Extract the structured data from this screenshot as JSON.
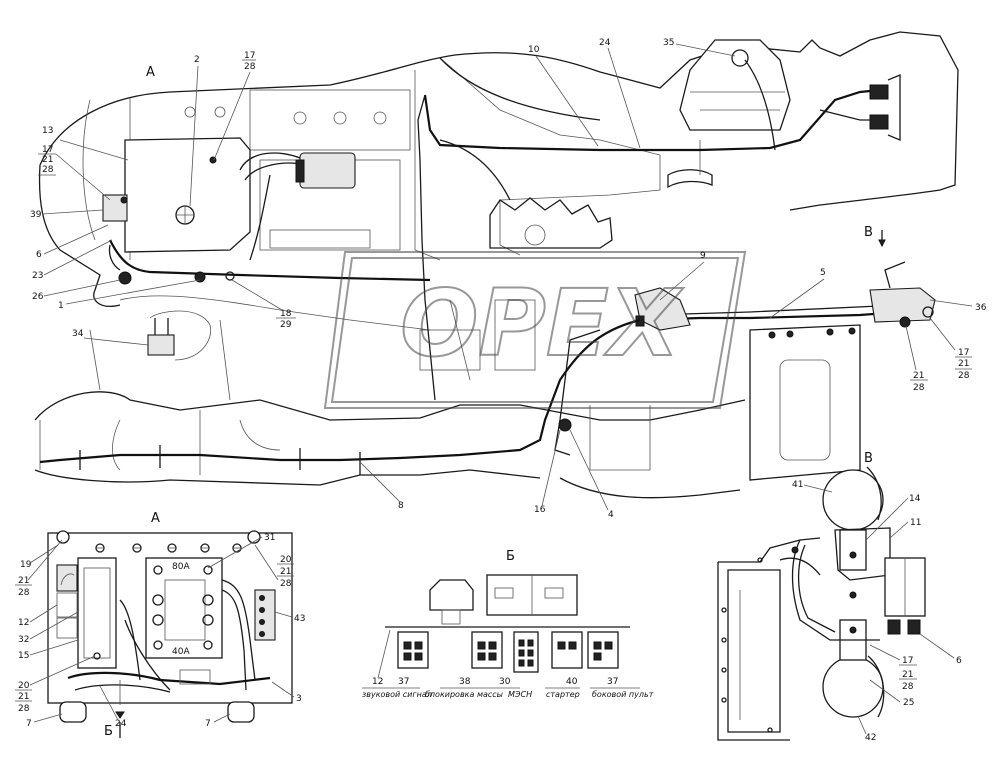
{
  "views": {
    "A": "А",
    "B": "Б",
    "V": "В",
    "B_arrow": "Б",
    "V_arrow": "В"
  },
  "watermark": "OPEX",
  "captions": {
    "c12": "звуковой сигнал",
    "c38": "блокировка массы",
    "c30": "МЭСН",
    "c40": "стартер",
    "c37": "боковой пульт"
  },
  "callouts": {
    "a13": "13",
    "a17": "17",
    "a21": "21",
    "a28": "28",
    "a39": "39",
    "a6": "6",
    "a23": "23",
    "a26": "26",
    "a1": "1",
    "a2": "2",
    "a17b": "17",
    "a28b": "28",
    "a10": "10",
    "a24": "24",
    "a35": "35",
    "a18": "18",
    "a29": "29",
    "a34": "34",
    "a9": "9",
    "a5": "5",
    "a36": "36",
    "a17c": "17",
    "a21c": "21",
    "a28c": "28",
    "a21d": "21",
    "a28d": "28",
    "a8": "8",
    "a16": "16",
    "a4": "4",
    "b19": "19",
    "b21": "21",
    "b28": "28",
    "b12": "12",
    "b32": "32",
    "b15": "15",
    "b20": "20",
    "b21b": "21",
    "b28b": "28",
    "b7": "7",
    "b24": "24",
    "b7b": "7",
    "b31": "31",
    "b20r": "20",
    "b21r": "21",
    "b28r": "28",
    "b43": "43",
    "b3": "3",
    "c12n": "12",
    "c37n": "37",
    "c38n": "38",
    "c30n": "30",
    "c40n": "40",
    "c37bn": "37",
    "d41": "41",
    "d14": "14",
    "d11": "11",
    "d17": "17",
    "d21": "21",
    "d28": "28",
    "d6": "6",
    "d25": "25",
    "d42": "42",
    "r80a": "80А",
    "r40a": "40А"
  }
}
